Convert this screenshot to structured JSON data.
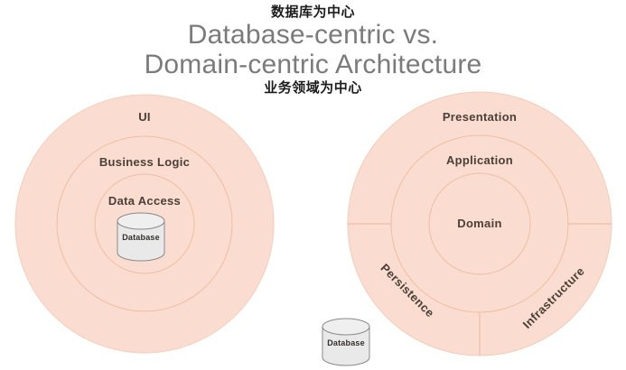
{
  "title": {
    "annotation_top": "数据库为中心",
    "annotation_bottom": "业务领域为中心",
    "line1": "Database-centric vs.",
    "line2": "Domain-centric Architecture"
  },
  "colors": {
    "ring_fill": "#fbdcd0",
    "ring_stroke": "#f0c2a9",
    "label_text": "#4a4038",
    "title_text": "#7b7b7b",
    "annotation_text": "#1c1c1c",
    "cylinder_fill": "#e9e9e9",
    "cylinder_top": "#efefef",
    "cylinder_stroke": "#8a8a8a"
  },
  "diagram_left": {
    "name": "database-centric-architecture",
    "rings": [
      {
        "label": "UI",
        "level": "outer"
      },
      {
        "label": "Business Logic",
        "level": "middle"
      },
      {
        "label": "Data Access",
        "level": "inner"
      }
    ],
    "cylinder": {
      "label": "Database"
    }
  },
  "diagram_right": {
    "name": "domain-centric-architecture",
    "rings": [
      {
        "label": "Presentation",
        "level": "outer"
      },
      {
        "label": "Application",
        "level": "middle"
      },
      {
        "label": "Domain",
        "level": "inner"
      }
    ],
    "sectors": [
      {
        "label": "Persistence",
        "position": "bottom-left"
      },
      {
        "label": "Infrastructure",
        "position": "bottom-right"
      }
    ]
  },
  "standalone_cylinder": {
    "label": "Database"
  }
}
